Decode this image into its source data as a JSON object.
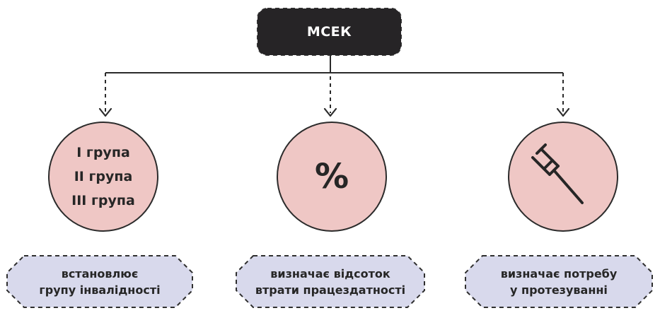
{
  "root": {
    "label": "МСЕК"
  },
  "branches": [
    {
      "icon": "group-list",
      "items": [
        "I група",
        "II група",
        "III група"
      ],
      "description": "встановлює\nгрупу інвалідності"
    },
    {
      "icon": "percent-icon",
      "symbol": "%",
      "description": "визначає відсоток\nвтрати працездатності"
    },
    {
      "icon": "crutch-icon",
      "description": "визначає потребу\nу протезуванні"
    }
  ],
  "colors": {
    "root_fill": "#262426",
    "circle_fill": "#efc7c5",
    "label_fill": "#d8d9ec",
    "line": "#2b2b2b"
  }
}
